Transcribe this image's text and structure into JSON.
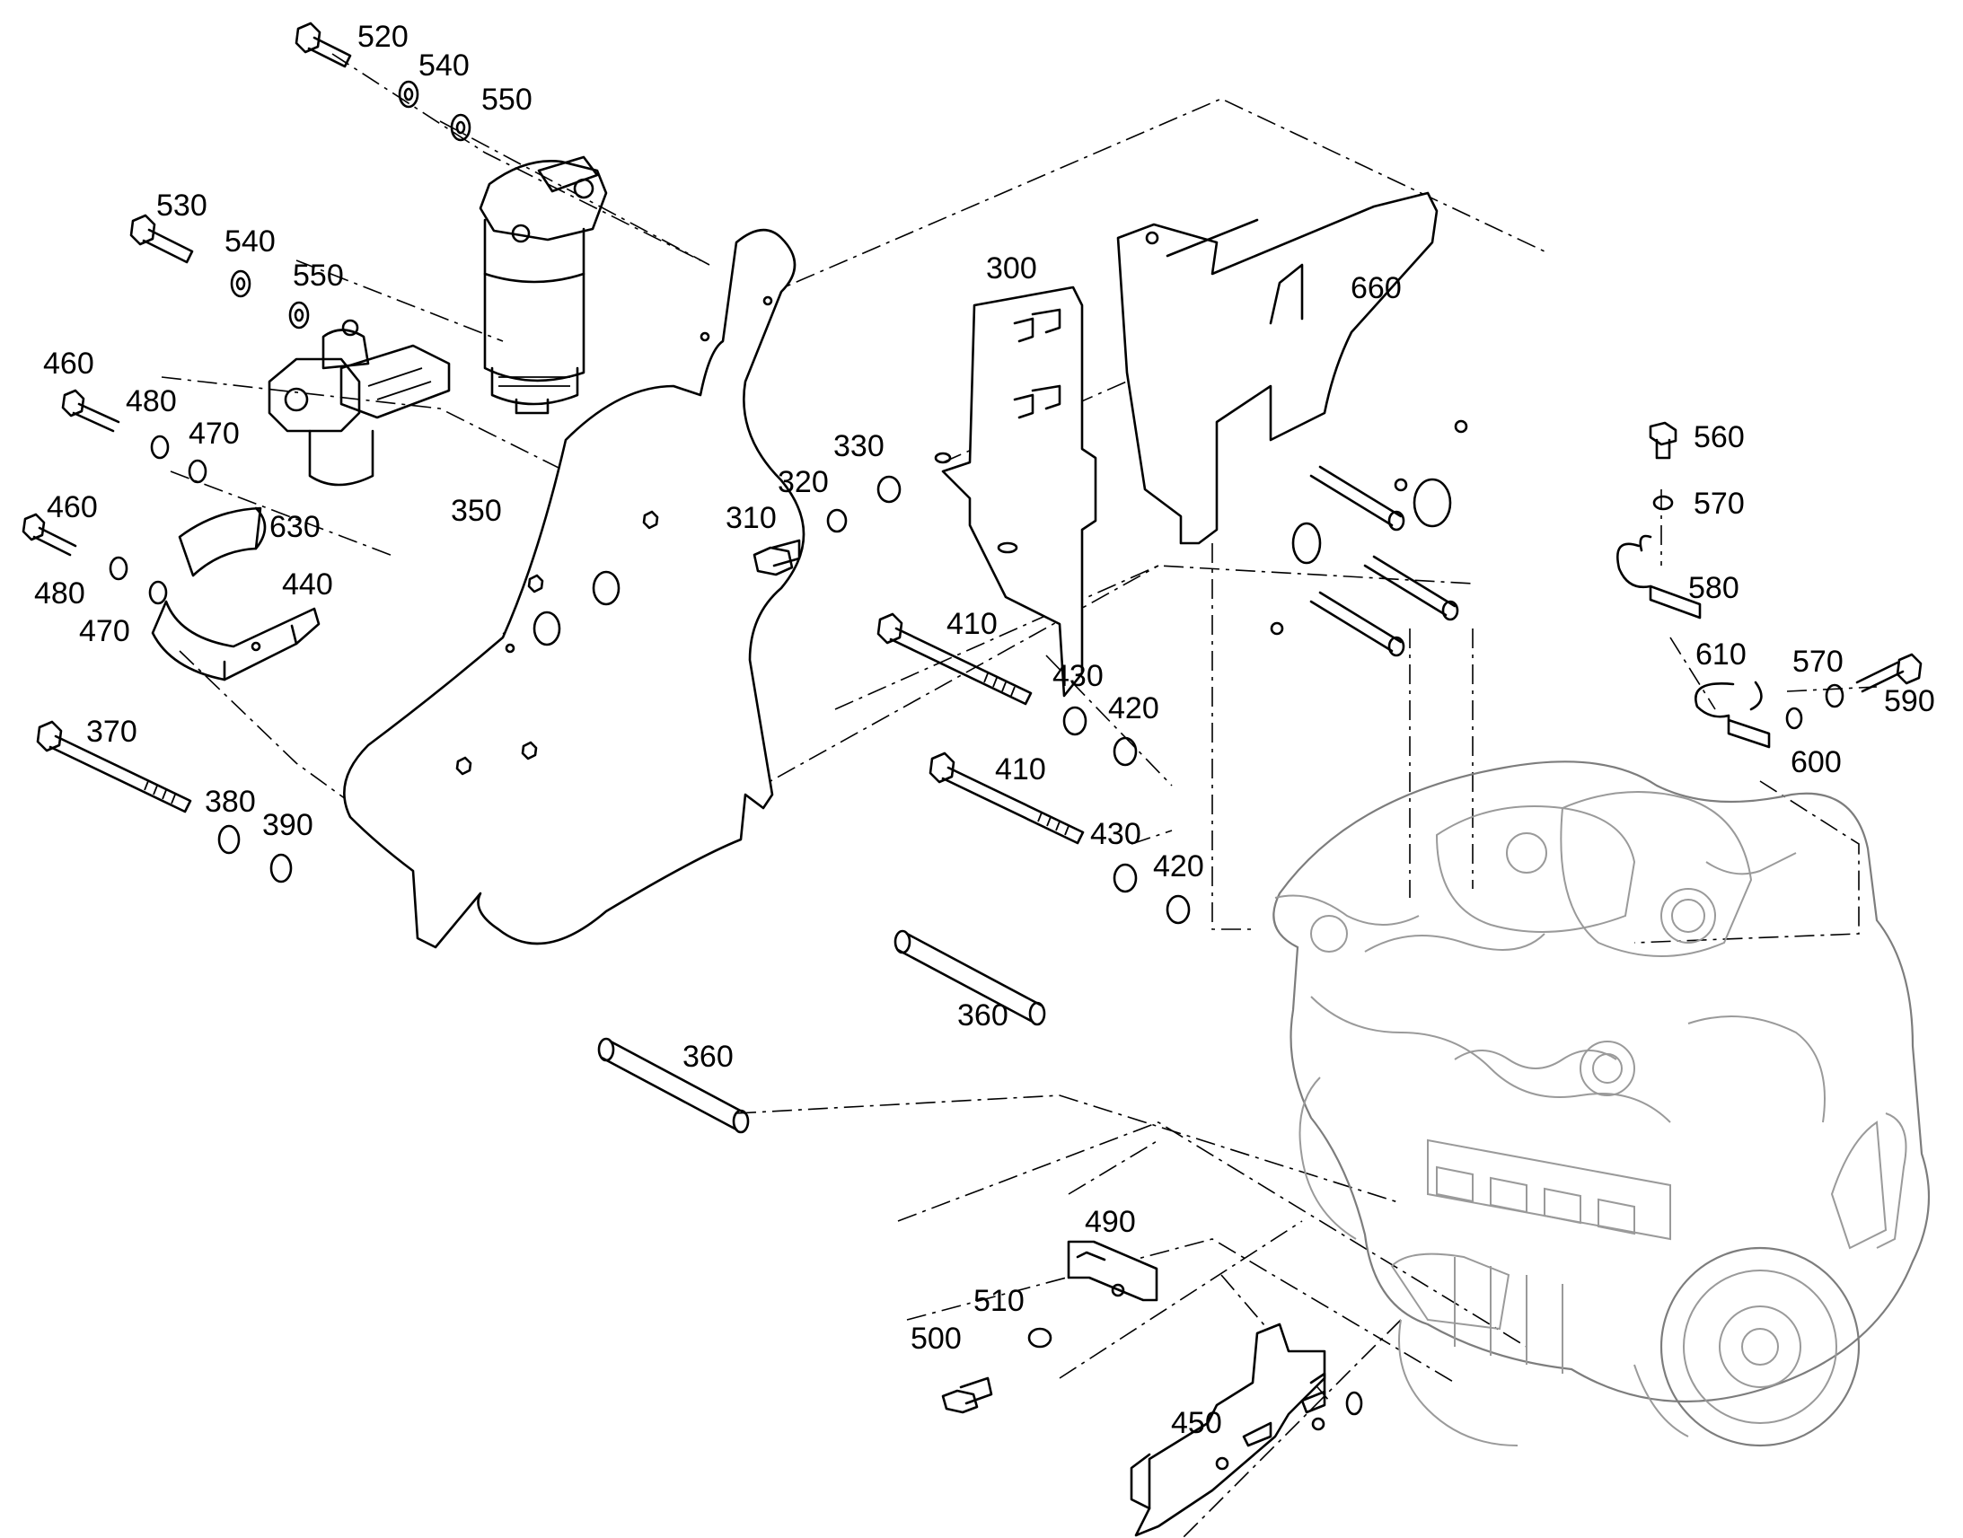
{
  "callouts": {
    "c520": "520",
    "c540a": "540",
    "c550a": "550",
    "c530": "530",
    "c540b": "540",
    "c550b": "550",
    "c460a": "460",
    "c480a": "480",
    "c470a": "470",
    "c460b": "460",
    "c630": "630",
    "c480b": "480",
    "c440": "440",
    "c470b": "470",
    "c370": "370",
    "c380": "380",
    "c390": "390",
    "c350": "350",
    "c300": "300",
    "c660": "660",
    "c330": "330",
    "c320": "320",
    "c310": "310",
    "c410a": "410",
    "c430a": "430",
    "c420a": "420",
    "c410b": "410",
    "c430b": "430",
    "c420b": "420",
    "c360a": "360",
    "c360b": "360",
    "c560": "560",
    "c570a": "570",
    "c580": "580",
    "c610": "610",
    "c570b": "570",
    "c590": "590",
    "c600": "600",
    "c490": "490",
    "c510": "510",
    "c500": "500",
    "c450": "450"
  },
  "colors": {
    "line": "#000000",
    "engine": "#9a9a9a",
    "background": "#ffffff"
  }
}
